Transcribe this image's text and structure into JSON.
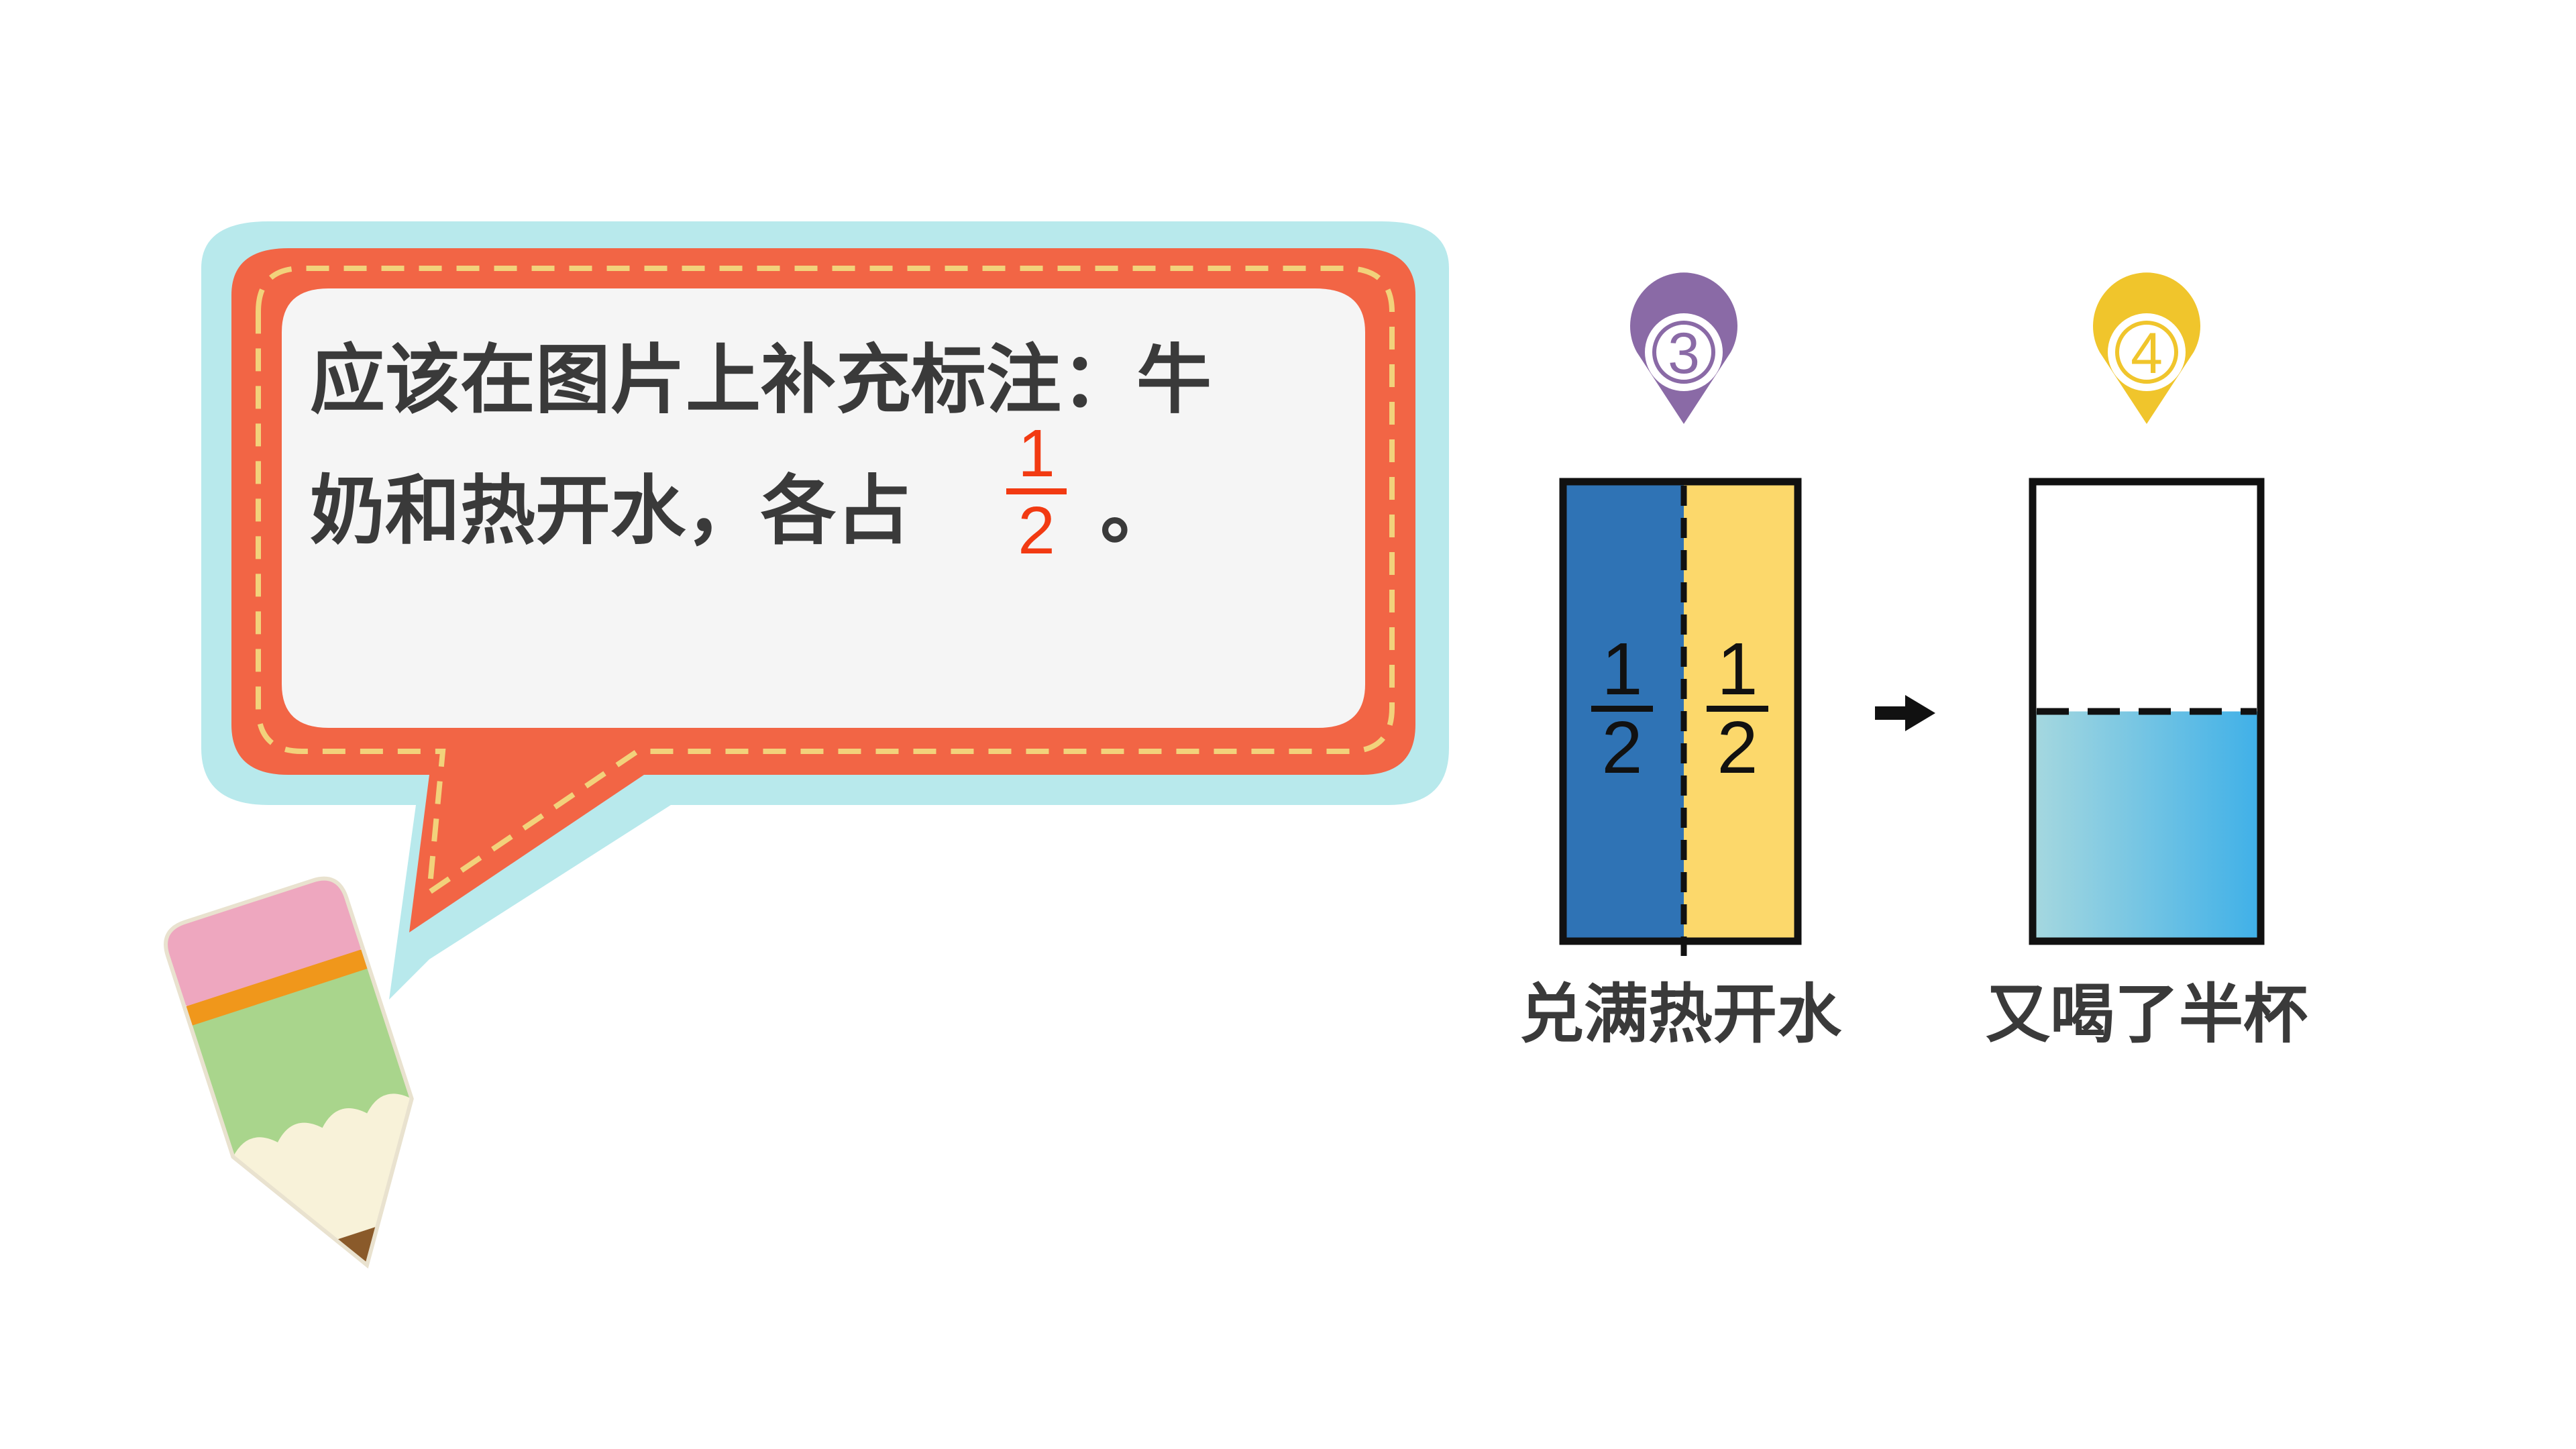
{
  "bubble": {
    "line1": "应该在图片上补充标注：牛",
    "line2": "奶和热开水，各占",
    "fraction": {
      "numerator": "1",
      "denominator": "2"
    },
    "period": "。"
  },
  "markers": [
    {
      "number": "3",
      "color": "#8a6aa6"
    },
    {
      "number": "4",
      "color": "#f0c52c"
    }
  ],
  "cup3": {
    "left_fraction": {
      "numerator": "1",
      "denominator": "2"
    },
    "right_fraction": {
      "numerator": "1",
      "denominator": "2"
    },
    "caption": "兑满热开水",
    "milk_color": "#2f73b5",
    "water_color": "#fcd86b"
  },
  "arrow": {
    "glyph": "➡"
  },
  "cup4": {
    "caption": "又喝了半杯",
    "fill_level": 0.5,
    "liquid_color_left": "#a6d8df",
    "liquid_color_right": "#3fb0e8"
  },
  "colors": {
    "bubble_outer": "#b8e9ec",
    "bubble_border": "#f26545",
    "bubble_dash": "#f2d27b",
    "bubble_fill": "#f5f5f5",
    "text": "#3a3a3a",
    "fraction_highlight": "#f23a12"
  }
}
